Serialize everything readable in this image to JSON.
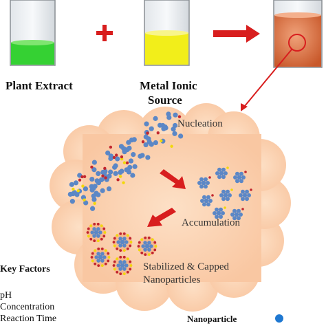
{
  "inputs": {
    "plant_extract": "Plant Extract",
    "metal_source_line1": "Metal Ionic",
    "metal_source_line2": "Source"
  },
  "stages": {
    "nucleation": "Nucleation",
    "accumulation": "Accumulation",
    "stabilized_line1": "Stabilized & Capped",
    "stabilized_line2": "Nanoparticles"
  },
  "key_factors": {
    "title": "Key Factors",
    "items": [
      "pH",
      "Concentration",
      "Reaction Time"
    ]
  },
  "legend": {
    "nanoparticle": "Nanoparticle"
  },
  "colors": {
    "plant_liquid": "#35d133",
    "metal_liquid": "#f2ee1a",
    "product_liquid": "#e07440",
    "arrow_red": "#d81e1e",
    "cloud_fill": "#fcd2b2",
    "atom_blue": "#5b87c6",
    "ion_red": "#c2262e",
    "ion_yellow": "#f2d80a"
  }
}
